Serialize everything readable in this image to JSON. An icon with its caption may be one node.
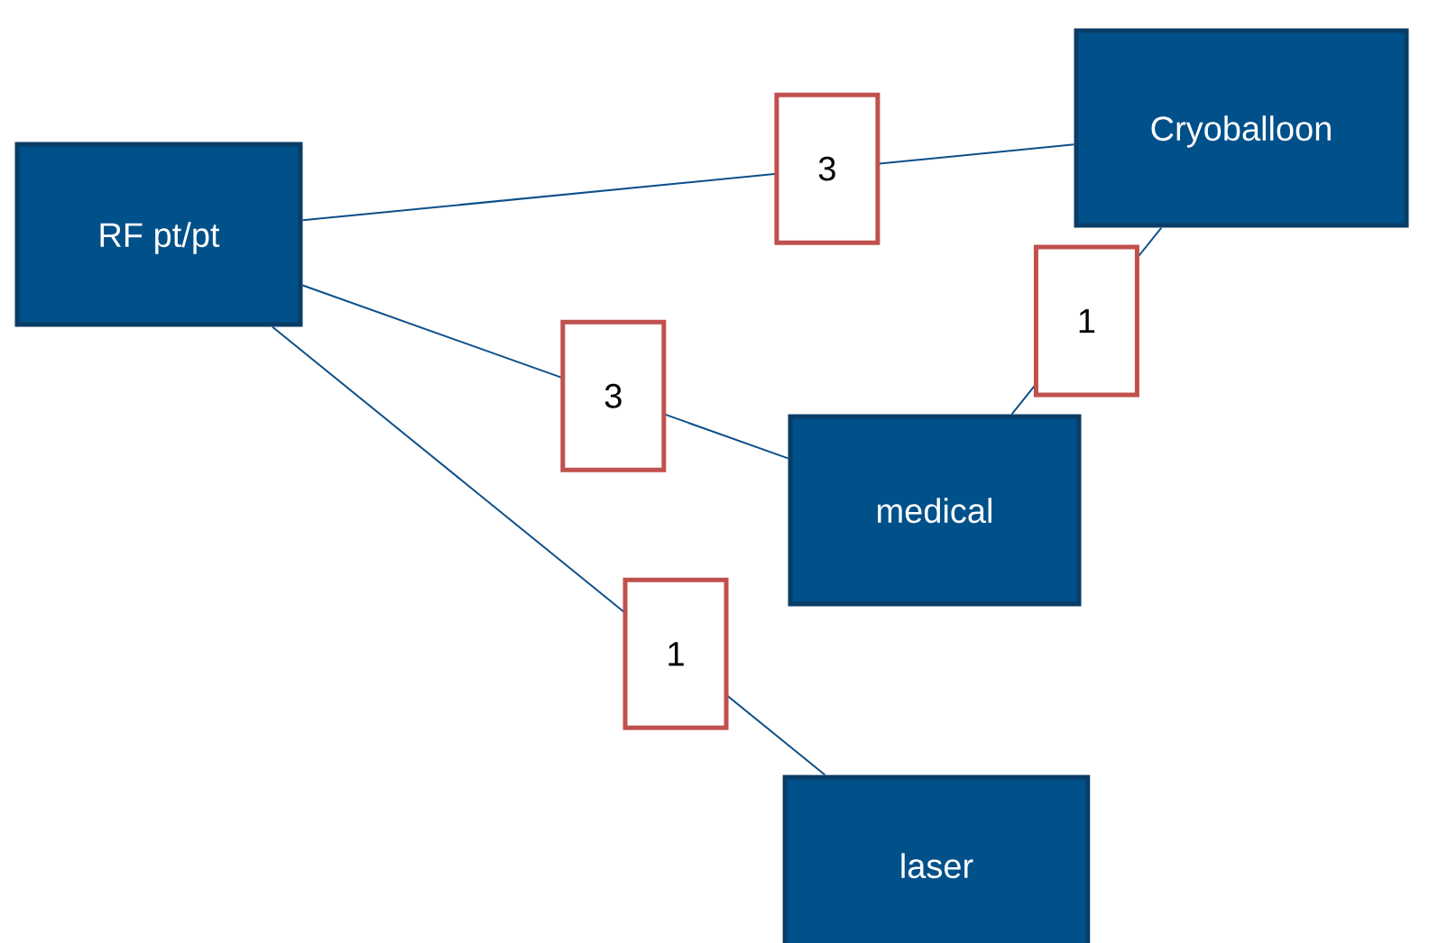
{
  "diagram": {
    "nodes": [
      {
        "text": [
          "RF pt/pt"
        ]
      },
      {
        "text": [
          "Cryoballoon"
        ]
      },
      {
        "text": [
          "medical"
        ]
      },
      {
        "text": [
          "laser"
        ]
      }
    ],
    "edges": [
      {
        "from": 0,
        "to": 1,
        "arrow": "none",
        "label": "3"
      },
      {
        "from": 0,
        "to": 2,
        "arrow": "none",
        "label": "3"
      },
      {
        "from": 2,
        "to": 1,
        "arrow": "none",
        "label": "1"
      },
      {
        "from": 0,
        "to": 3,
        "arrow": "none",
        "label": "1"
      }
    ]
  }
}
